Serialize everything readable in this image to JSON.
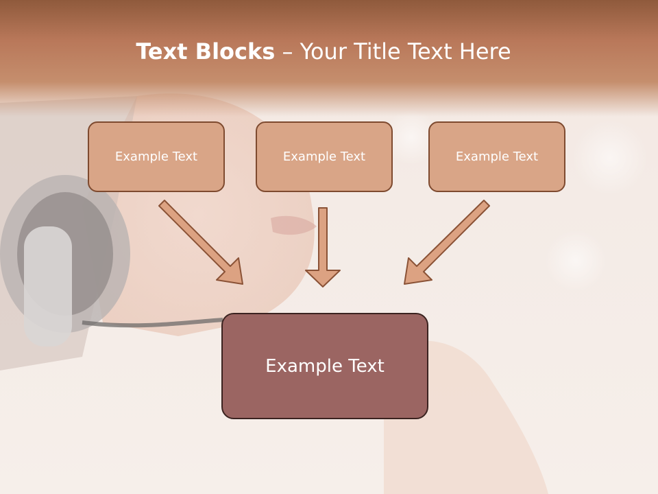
{
  "slide": {
    "title_bold": "Text Blocks",
    "title_rest": " – Your Title Text Here",
    "top_boxes": [
      {
        "label": "Example Text"
      },
      {
        "label": "Example Text"
      },
      {
        "label": "Example Text"
      }
    ],
    "bottom_box": {
      "label": "Example Text"
    }
  },
  "colors": {
    "header": "#c58e6d",
    "small_box_fill": "#d9a587",
    "small_box_border": "#7e4a2f",
    "big_box_fill": "#9b6562",
    "big_box_border": "#3b2320",
    "arrow_fill": "#dca282",
    "arrow_stroke": "#8a5236"
  },
  "background": {
    "photo": "woman-with-headphones"
  }
}
